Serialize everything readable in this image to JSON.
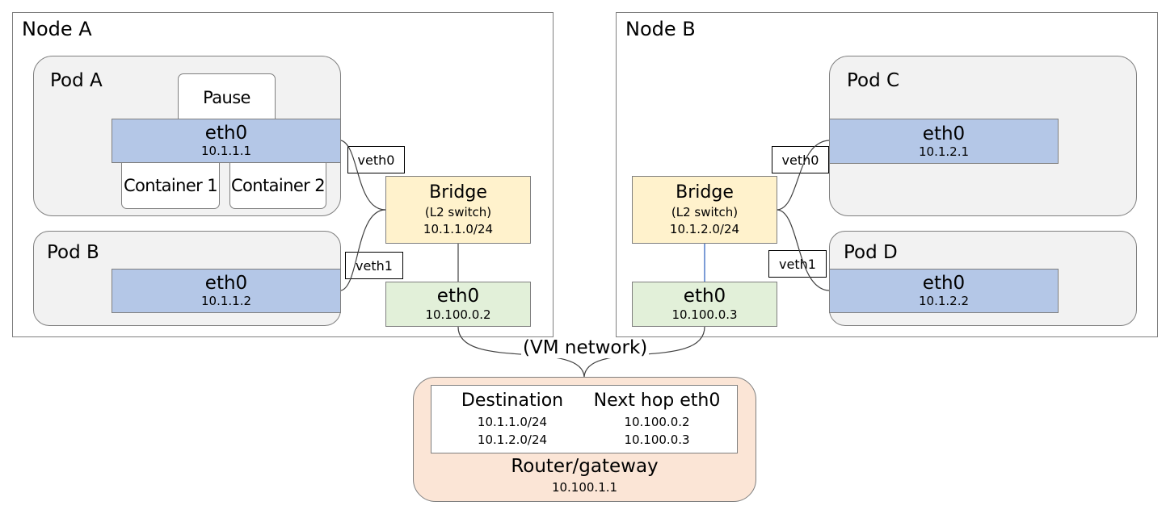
{
  "nodes": {
    "a": {
      "label": "Node A",
      "pod_a": {
        "label": "Pod A",
        "pause": "Pause",
        "eth_name": "eth0",
        "eth_ip": "10.1.1.1",
        "container1": "Container 1",
        "container2": "Container 2"
      },
      "pod_b": {
        "label": "Pod B",
        "eth_name": "eth0",
        "eth_ip": "10.1.1.2"
      },
      "veth0": "veth0",
      "veth1": "veth1",
      "bridge": {
        "title": "Bridge",
        "subtitle": "(L2 switch)",
        "subnet": "10.1.1.0/24"
      },
      "eth": {
        "name": "eth0",
        "ip": "10.100.0.2"
      }
    },
    "b": {
      "label": "Node B",
      "pod_c": {
        "label": "Pod C",
        "eth_name": "eth0",
        "eth_ip": "10.1.2.1"
      },
      "pod_d": {
        "label": "Pod D",
        "eth_name": "eth0",
        "eth_ip": "10.1.2.2"
      },
      "veth0": "veth0",
      "veth1": "veth1",
      "bridge": {
        "title": "Bridge",
        "subtitle": "(L2 switch)",
        "subnet": "10.1.2.0/24"
      },
      "eth": {
        "name": "eth0",
        "ip": "10.100.0.3"
      }
    }
  },
  "vm_network": "(VM network)",
  "router": {
    "title": "Router/gateway",
    "ip": "10.100.1.1",
    "table": {
      "headers": [
        "Destination",
        "Next hop eth0"
      ],
      "rows": [
        [
          "10.1.1.0/24",
          "10.100.0.2"
        ],
        [
          "10.1.2.0/24",
          "10.100.0.3"
        ]
      ]
    }
  },
  "colors": {
    "pod_eth": "#b4c7e7",
    "node_eth": "#e2f0d9",
    "bridge": "#fff2cc",
    "router": "#fbe5d6",
    "pod_bg": "#f2f2f2",
    "accent_line": "#4472c4"
  }
}
